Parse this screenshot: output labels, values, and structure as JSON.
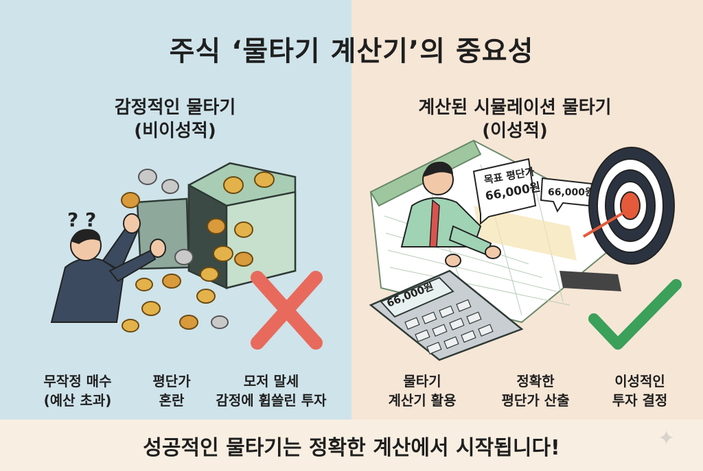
{
  "title": "주식 ‘물타기 계산기’의 중요성",
  "left": {
    "heading_line1": "감정적인 물타기",
    "heading_line2": "(비이성적)",
    "question_marks": "? ?",
    "captions": [
      {
        "line1": "무작정 매수",
        "line2": "(예산 초과)"
      },
      {
        "line1": "평단가",
        "line2": "혼란"
      },
      {
        "line1": "모저 말세",
        "line2": "감정에 휩쓸린 투자"
      }
    ],
    "colors": {
      "panel": "#cfe3ea",
      "cross": "#e86a5c"
    }
  },
  "right": {
    "heading_line1": "계산된 시뮬레이션 물타기",
    "heading_line2": "(이성적)",
    "bubble_target": {
      "line1": "목표 평단가",
      "line2": "66,000원"
    },
    "bubble_small": "66,000원",
    "calculator_display": "66,000원",
    "captions": [
      {
        "line1": "물타기",
        "line2": "계산기 활용"
      },
      {
        "line1": "정확한",
        "line2": "평단가 산출"
      },
      {
        "line1": "이성적인",
        "line2": "투자 결정"
      }
    ],
    "colors": {
      "panel": "#f6e6d6",
      "check": "#3aa05a",
      "target": "#e55a3a"
    }
  },
  "footer": "성공적인 물타기는 정확한 계산에서 시작됩니다!",
  "sparkle_icon": "✦"
}
